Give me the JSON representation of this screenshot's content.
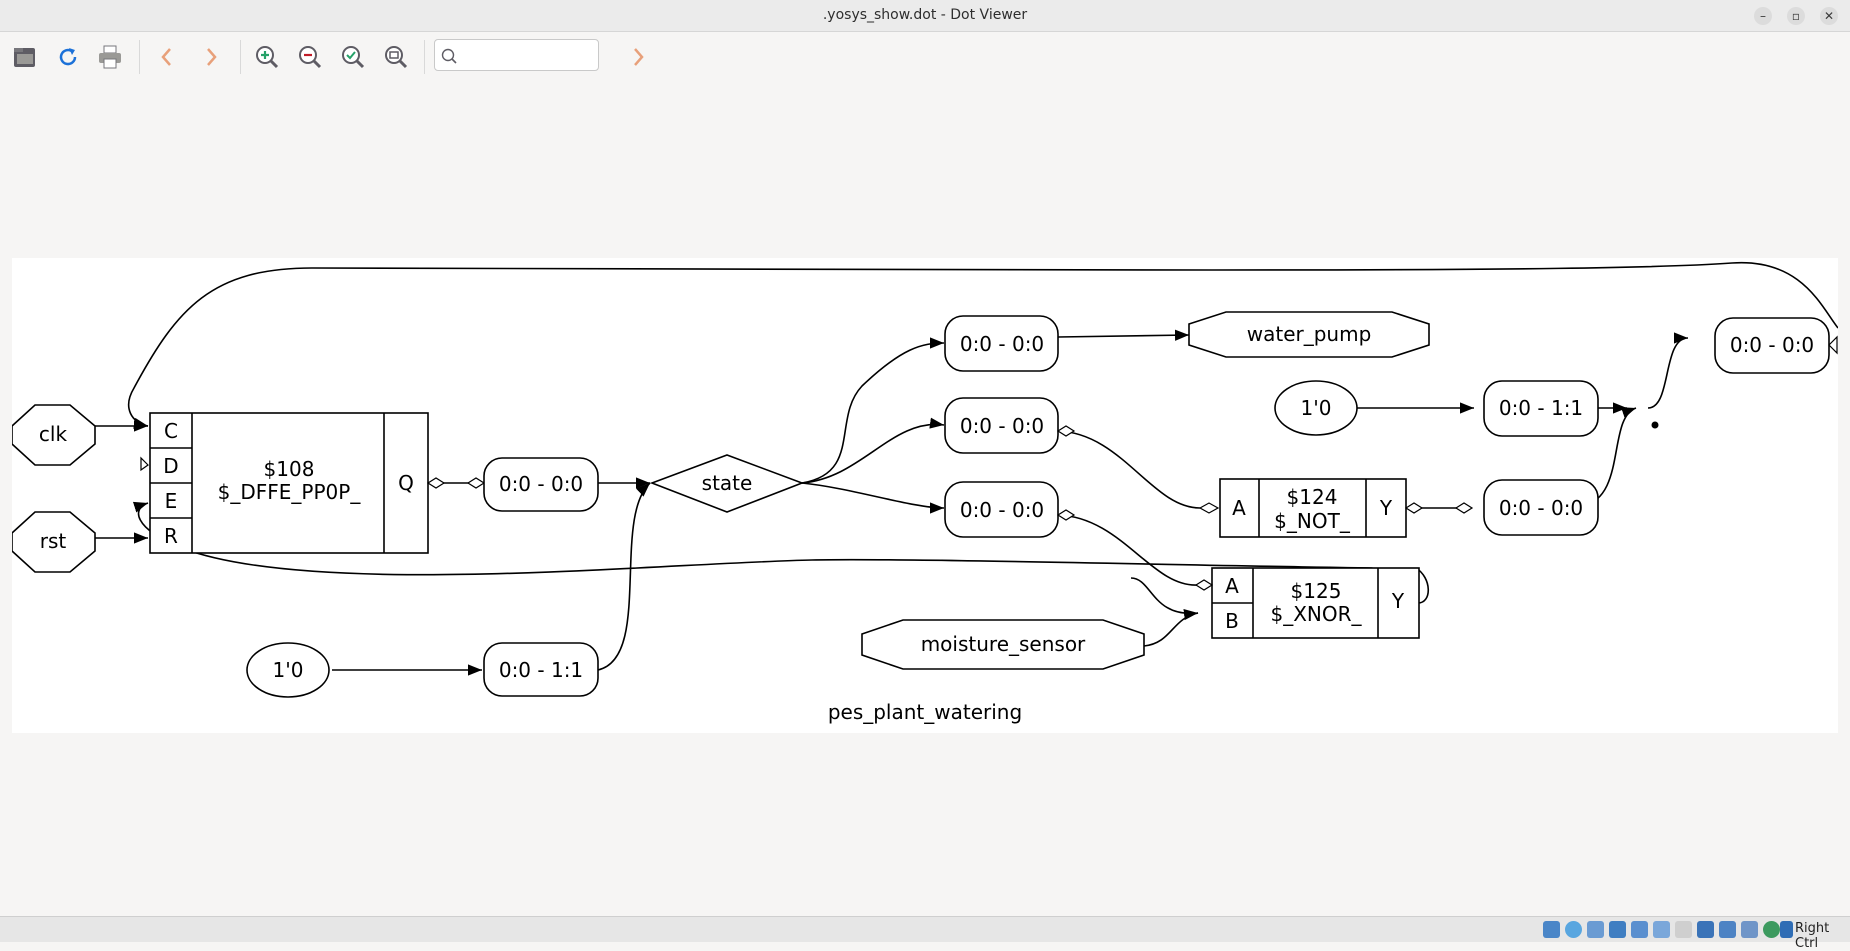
{
  "window": {
    "title": ".yosys_show.dot - Dot Viewer"
  },
  "window_controls": [
    "–",
    "▫",
    "✕"
  ],
  "toolbar": {
    "buttons": [
      "open",
      "reload",
      "print",
      "back",
      "forward",
      "zoom-in",
      "zoom-out",
      "zoom-fit",
      "zoom-100",
      "find-next"
    ],
    "search": {
      "value": "",
      "placeholder": ""
    }
  },
  "graph": {
    "module_name": "pes_plant_watering",
    "ports": {
      "clk": "clk",
      "rst": "rst",
      "water_pump": "water_pump",
      "moisture_sensor": "moisture_sensor"
    },
    "dffe": {
      "id": "$108",
      "type": "$_DFFE_PP0P_",
      "inputs": [
        "C",
        "D",
        "E",
        "R"
      ],
      "output": "Q"
    },
    "not_cell": {
      "id": "$124",
      "type": "$_NOT_",
      "input": "A",
      "output": "Y"
    },
    "xnor_cell": {
      "id": "$125",
      "type": "$_XNOR_",
      "inputs": [
        "A",
        "B"
      ],
      "output": "Y"
    },
    "state": "state",
    "consts": {
      "c1": "1'0",
      "c2": "1'0"
    },
    "slices": {
      "q_slice": "0:0 - 0:0",
      "const_slice_1": "0:0 - 1:1",
      "pump_slice": "0:0 - 0:0",
      "not_in_slice": "0:0 - 0:0",
      "xnor_in_slice": "0:0 - 0:0",
      "const_slice_2": "0:0 - 1:1",
      "not_out_slice": "0:0 - 0:0",
      "feedback_slice": "0:0 - 0:0"
    }
  },
  "statusbar": {
    "host_key": "Right Ctrl"
  }
}
